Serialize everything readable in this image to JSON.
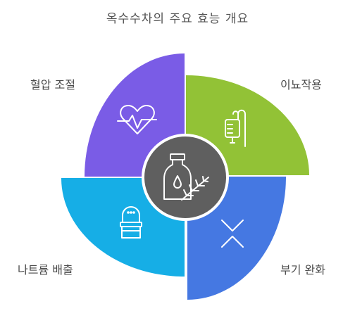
{
  "title": "옥수수차의 주요 효능 개요",
  "center": {
    "icon": "bottle-with-herb-icon",
    "color": "#5f5f5f"
  },
  "segments": [
    {
      "label": "혈압 조절",
      "icon": "heart-pulse-icon",
      "color": "#7a5ce6"
    },
    {
      "label": "이뇨작용",
      "icon": "iv-drip-icon",
      "color": "#92c236"
    },
    {
      "label": "부기 완화",
      "icon": "compress-arrows-icon",
      "color": "#4578e2"
    },
    {
      "label": "나트륨 배출",
      "icon": "salt-shaker-icon",
      "color": "#16aee6"
    }
  ]
}
